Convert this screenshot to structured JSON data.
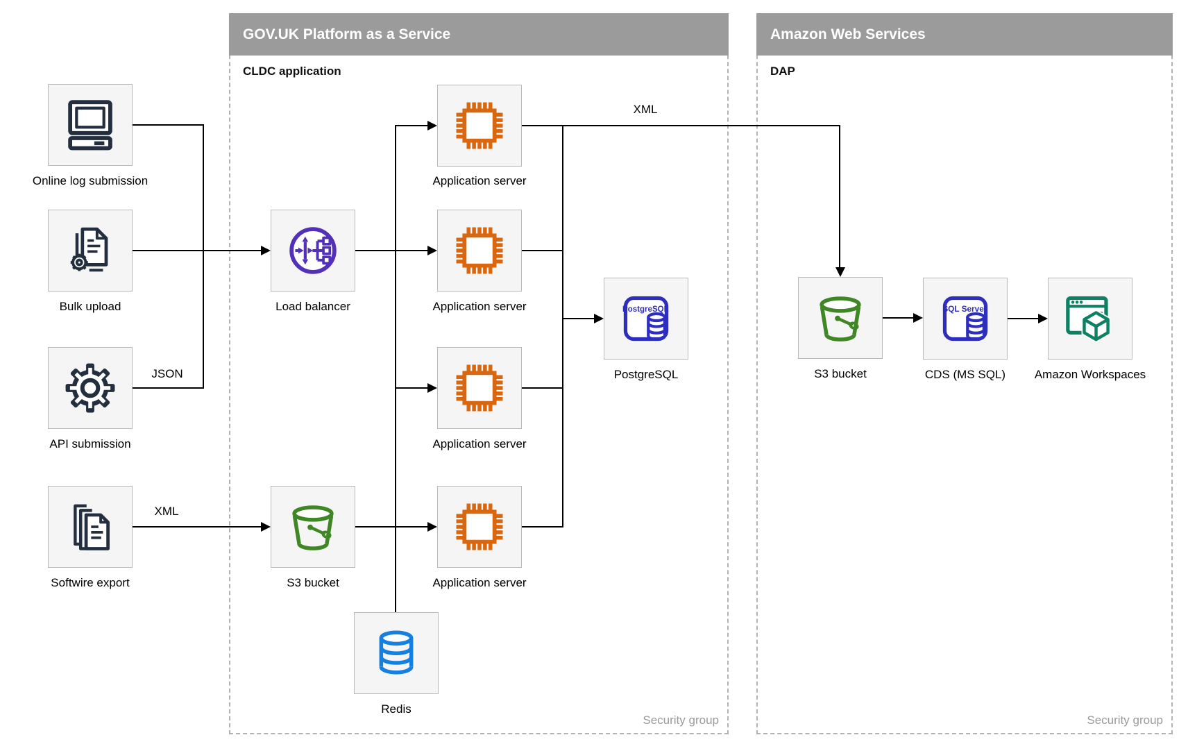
{
  "diagram": {
    "regions": {
      "paas": {
        "title": "GOV.UK Platform as a Service",
        "subtitle": "CLDC application",
        "security_group_label": "Security group"
      },
      "aws": {
        "title": "Amazon Web Services",
        "subtitle": "DAP",
        "security_group_label": "Security group"
      }
    },
    "nodes": {
      "online_log_submission": {
        "label": "Online log submission",
        "icon": "desktop-computer-icon"
      },
      "bulk_upload": {
        "label": "Bulk upload",
        "icon": "document-gear-icon"
      },
      "api_submission": {
        "label": "API submission",
        "icon": "gear-icon"
      },
      "softwire_export": {
        "label": "Softwire export",
        "icon": "document-stack-icon"
      },
      "load_balancer": {
        "label": "Load balancer",
        "icon": "load-balancer-icon"
      },
      "app_server_1": {
        "label": "Application server",
        "icon": "cpu-chip-icon"
      },
      "app_server_2": {
        "label": "Application server",
        "icon": "cpu-chip-icon"
      },
      "app_server_3": {
        "label": "Application server",
        "icon": "cpu-chip-icon"
      },
      "app_server_4": {
        "label": "Application server",
        "icon": "cpu-chip-icon"
      },
      "postgresql": {
        "label": "PostgreSQL",
        "badge": "PostgreSQL",
        "icon": "postgresql-database-icon"
      },
      "s3_bucket_paas": {
        "label": "S3 bucket",
        "icon": "s3-bucket-icon"
      },
      "redis": {
        "label": "Redis",
        "icon": "database-cylinder-icon"
      },
      "s3_bucket_aws": {
        "label": "S3 bucket",
        "icon": "s3-bucket-icon"
      },
      "cds_ms_sql": {
        "label": "CDS (MS SQL)",
        "badge": "SQL Server",
        "icon": "sql-server-database-icon"
      },
      "amazon_workspaces": {
        "label": "Amazon Workspaces",
        "icon": "workspaces-browser-cube-icon"
      }
    },
    "edge_labels": {
      "api_json": "JSON",
      "softwire_xml": "XML",
      "appserver_xml": "XML"
    },
    "colors": {
      "region_header_bg": "#9b9b9b",
      "region_header_text": "#ffffff",
      "node_box_bg": "#f5f5f5",
      "node_box_border": "#b9b9b9",
      "dark_icon": "#232f3e",
      "orange_icon": "#d9670f",
      "purple_icon": "#5330b8",
      "indigo_icon": "#2d2dbe",
      "green_icon": "#3f8624",
      "azure_icon": "#1580df",
      "teal_icon": "#0e8165",
      "line": "#000000",
      "security_text": "#9a9a9a"
    }
  }
}
